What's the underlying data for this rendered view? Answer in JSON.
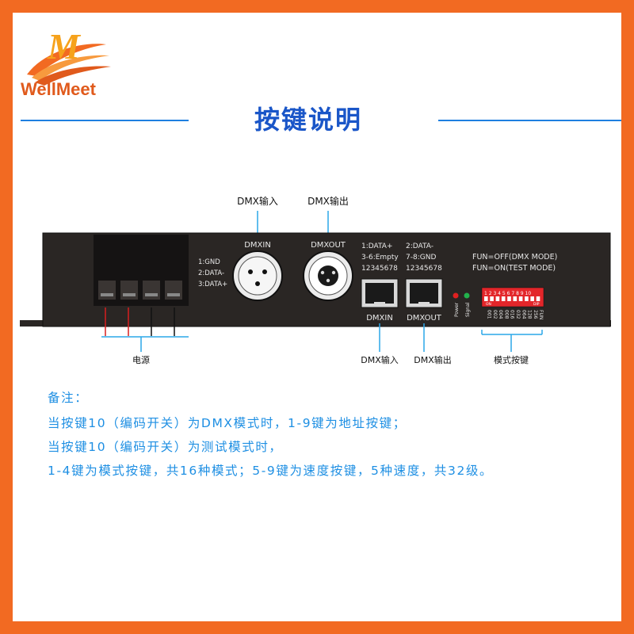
{
  "brand": {
    "name": "WellMeet",
    "colors": {
      "orange": "#f26a22",
      "logo_text": "#e05a1c",
      "accent_blue": "#1e8fe3",
      "title_blue": "#1a56c8",
      "panel": "#2a2624"
    }
  },
  "title": "按键说明",
  "device": {
    "terminal_labels": [
      "1:GND",
      "2:DATA-",
      "3:DATA+"
    ],
    "xlr_in_label": "DMXIN",
    "xlr_out_label": "DMXOUT",
    "rj45_in_pins": [
      "1:DATA+",
      "3-6:Empty",
      "12345678"
    ],
    "rj45_out_pins": [
      "2:DATA-",
      "7-8:GND",
      "12345678"
    ],
    "rj45_in_label": "DMXIN",
    "rj45_out_label": "DMXOUT",
    "fun_off": "FUN=OFF(DMX MODE)",
    "fun_on": "FUN=ON(TEST MODE)",
    "led_labels": [
      "Power",
      "Signal"
    ],
    "dip_numbers": "1 2 3 4 5 6 7 8 9 10",
    "dip_on_mark": "ON",
    "dip_brand": "DIP",
    "dip_values": [
      "001",
      "002",
      "004",
      "008",
      "016",
      "032",
      "064",
      "128",
      "256",
      "FUN"
    ]
  },
  "callouts": {
    "dmx_in_top": "DMX输入",
    "dmx_out_top": "DMX输出",
    "power": "电源",
    "dmx_in_bottom": "DMX输入",
    "dmx_out_bottom": "DMX输出",
    "mode_keys": "模式按键"
  },
  "notes": [
    "备注：",
    "当按键10（编码开关）为DMX模式时，1-9键为地址按键；",
    "当按键10（编码开关）为测试模式时，",
    "1-4键为模式按键，共16种模式；5-9键为速度按键，5种速度，共32级。"
  ]
}
